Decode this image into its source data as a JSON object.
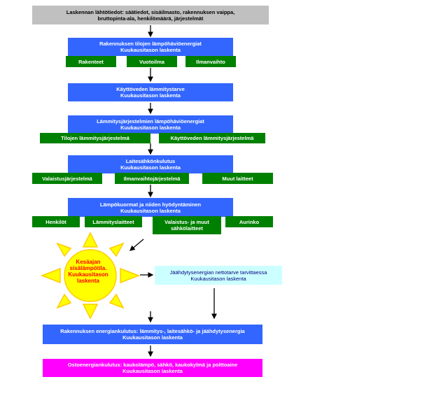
{
  "inputs": "Laskennan lähtötiedot: säätiedot, sisäilmasto, rakennuksen vaippa,\nbruttopinta-ala, henkilömäärä, järjestelmät",
  "heat_loss": {
    "title": "Rakennuksen tilojen lämpöhäviöenergiat\nKuukausitason laskenta",
    "items": [
      "Rakenteet",
      "Vuotoilma",
      "Ilmanvaihto"
    ]
  },
  "dhw": {
    "title": "Käyttöveden lämmitystarve\nKuukausitason laskenta"
  },
  "system_losses": {
    "title": "Lämmitysjärjestelmien lämpöhäviöenergiat\nKuukausitason laskenta",
    "items": [
      "Tilojen lämmitysjärjestelmä",
      "Käyttöveden lämmitysjärjestelmä"
    ]
  },
  "electricity": {
    "title": "Laitesähkönkulutus\nKuukausitason laskenta",
    "items": [
      "Valaistusjärjestelmä",
      "Ilmanvaihtojärjestelmä",
      "Muut laitteet"
    ]
  },
  "heat_gains": {
    "title": "Lämpökuormat ja niiden hyödyntäminen\nKuukausitason laskenta",
    "items": [
      "Henkilöt",
      "Lämmityslaitteet",
      "Valaistus- ja muut\nsähkölaitteet",
      "Aurinko"
    ]
  },
  "sun_text": "Kesäajan\nsisälämpötila.\nKuukausitason\nlaskenta",
  "cooling": {
    "title": "Jäähdytysenergian nettotarve tarvittaessa\nKuukausitason laskenta"
  },
  "energy_use": {
    "title": "Rakennuksen energiankulutus: lämmitys-, laitesähkö- ja jäähdytysenergia\nKuukausitason laskenta"
  },
  "purchased": {
    "title": "Ostoenergiankulutus: kaukolämpö, sähkö, kaukokylmä ja polttoaine\nKuukausitason laskenta"
  },
  "colors": {
    "grey": "#c0c0c0",
    "blue": "#3366ff",
    "green": "#008000",
    "cyan": "#ccffff",
    "magenta": "#ff00ff",
    "sun": "#ffff00",
    "sun_outline": "#ffcc00"
  }
}
